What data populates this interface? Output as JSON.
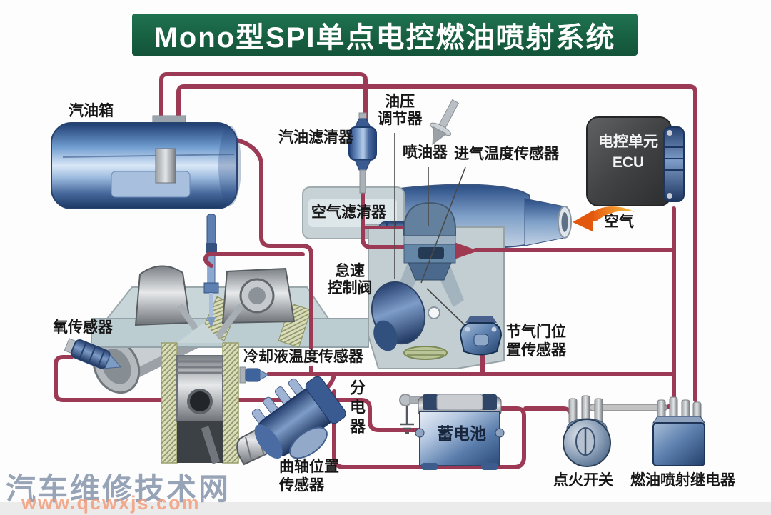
{
  "title": "Mono型SPI单点电控燃油喷射系统",
  "colors": {
    "banner_green": "#17603f",
    "line_maroon": "#9c3a55",
    "component_blue": "#3f639c",
    "text_dark": "#161616",
    "watermark_blue": "#7d8ca5",
    "watermark_orange": "#f29d7d"
  },
  "labels": {
    "fuel_tank": "汽油箱",
    "fuel_filter": "汽油滤清器",
    "pressure_regulator_line1": "油压",
    "pressure_regulator_line2": "调节器",
    "injector": "喷油器",
    "intake_air_temp_sensor": "进气温度传感器",
    "ecu_line1": "电控单元",
    "ecu_line2": "ECU",
    "air_cleaner": "空气滤清器",
    "air": "空气",
    "idle_valve_line1": "怠速",
    "idle_valve_line2": "控制阀",
    "oxygen_sensor": "氧传感器",
    "coolant_temp_sensor": "冷却液温度传感器",
    "throttle_position_line1": "节气门位",
    "throttle_position_line2": "置传感器",
    "distributor": "分电器",
    "battery": "蓄电池",
    "crank_position_line1": "曲轴位置",
    "crank_position_line2": "传感器",
    "ignition_switch": "点火开关",
    "fuel_injection_relay": "燃油喷射继电器"
  },
  "watermark": {
    "site_name": "汽车维修技术网",
    "site_url": "www.qcwxjs.com"
  }
}
